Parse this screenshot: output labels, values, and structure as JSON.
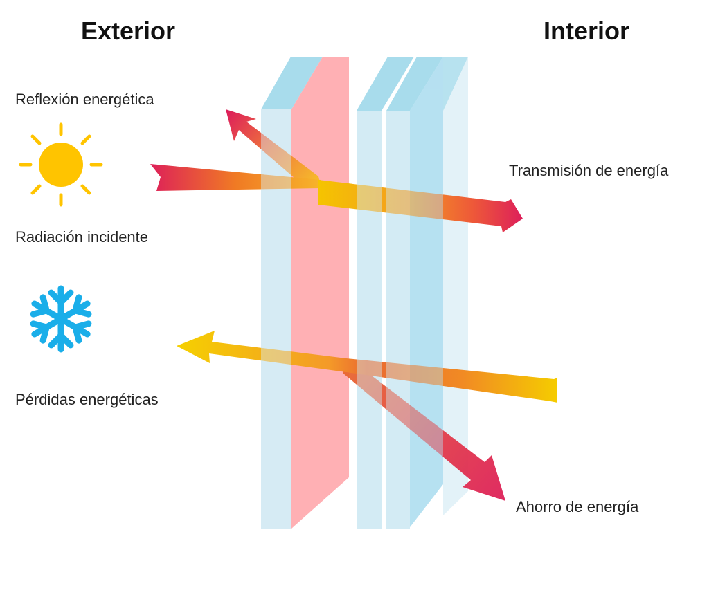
{
  "headings": {
    "exterior": "Exterior",
    "interior": "Interior"
  },
  "labels": {
    "reflection": "Reflexión energética",
    "radiation": "Radiación incidente",
    "transmission": "Transmisión de energía",
    "losses": "Pérdidas energéticas",
    "savings": "Ahorro de energía"
  },
  "icons": {
    "sun": "sun-icon",
    "snowflake": "snowflake-icon"
  },
  "colors": {
    "arrow_red": "#dd1f5a",
    "arrow_orange": "#f07a24",
    "arrow_yellow": "#f5c400",
    "glass_light": "#d3ebf4",
    "glass_top": "#a8dcec",
    "glass_coated": "#ffb0b4",
    "sun": "#ffc400",
    "snow": "#1aaee9"
  }
}
